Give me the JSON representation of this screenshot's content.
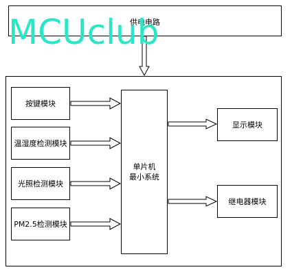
{
  "power_block": {
    "label": "供电电路"
  },
  "input_blocks": [
    {
      "id": "key",
      "label": "按键模块"
    },
    {
      "id": "temp",
      "label": "温湿度检测模块"
    },
    {
      "id": "light",
      "label": "光照检测模块"
    },
    {
      "id": "pm",
      "label": "PM2.5检测模块"
    }
  ],
  "mcu_block": {
    "line1": "单片机",
    "line2": "最小系统"
  },
  "output_blocks": [
    {
      "id": "display",
      "label": "显示模块"
    },
    {
      "id": "relay",
      "label": "继电器模块"
    }
  ],
  "watermark": {
    "text": "MCUclub",
    "color": "#29e6c6"
  }
}
